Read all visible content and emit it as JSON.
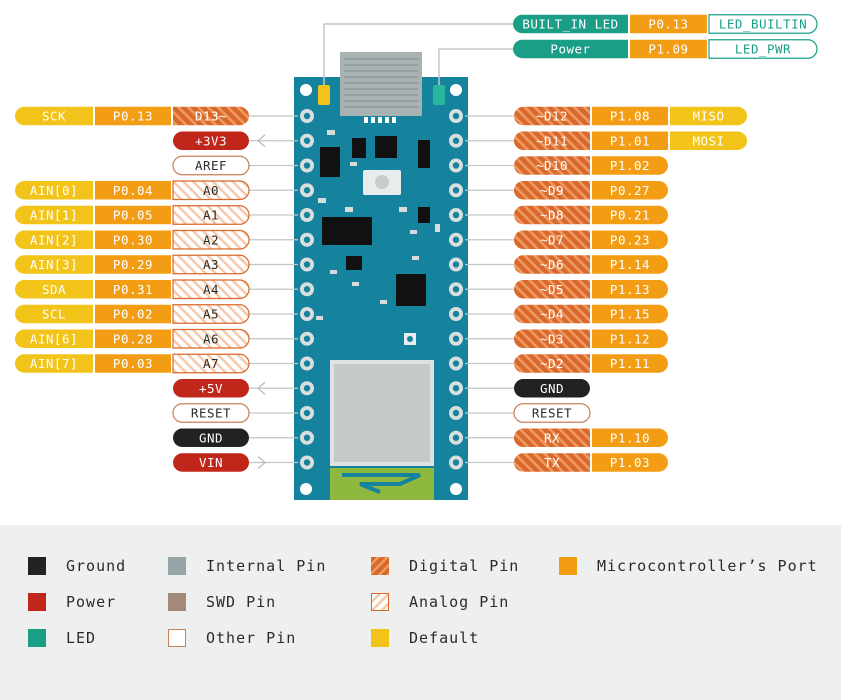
{
  "colors": {
    "ground": "#222222",
    "power": "#c0261a",
    "led": "#1a9e86",
    "internal": "#95a5a6",
    "swd": "#a38a78",
    "other_border": "#c78054",
    "digital": "#d9682a",
    "analog_border": "#d9682a",
    "port": "#f29d14",
    "default": "#f2c419",
    "board": "#16839e"
  },
  "top_labels": [
    {
      "func": "BUILT_IN LED",
      "port": "P0.13",
      "name": "LED_BUILTIN"
    },
    {
      "func": "Power",
      "port": "P1.09",
      "name": "LED_PWR"
    }
  ],
  "left_pins": [
    {
      "pin": "D13~",
      "pin_type": "digital",
      "port": "P0.13",
      "default": "SCK"
    },
    {
      "pin": "+3V3",
      "pin_type": "power",
      "arrow": "out"
    },
    {
      "pin": "AREF",
      "pin_type": "other"
    },
    {
      "pin": "A0",
      "pin_type": "analog",
      "port": "P0.04",
      "default": "AIN[0]"
    },
    {
      "pin": "A1",
      "pin_type": "analog",
      "port": "P0.05",
      "default": "AIN[1]"
    },
    {
      "pin": "A2",
      "pin_type": "analog",
      "port": "P0.30",
      "default": "AIN[2]"
    },
    {
      "pin": "A3",
      "pin_type": "analog",
      "port": "P0.29",
      "default": "AIN[3]"
    },
    {
      "pin": "A4",
      "pin_type": "analog",
      "port": "P0.31",
      "default": "SDA"
    },
    {
      "pin": "A5",
      "pin_type": "analog",
      "port": "P0.02",
      "default": "SCL"
    },
    {
      "pin": "A6",
      "pin_type": "analog",
      "port": "P0.28",
      "default": "AIN[6]"
    },
    {
      "pin": "A7",
      "pin_type": "analog",
      "port": "P0.03",
      "default": "AIN[7]"
    },
    {
      "pin": "+5V",
      "pin_type": "power",
      "arrow": "out"
    },
    {
      "pin": "RESET",
      "pin_type": "other"
    },
    {
      "pin": "GND",
      "pin_type": "ground"
    },
    {
      "pin": "VIN",
      "pin_type": "power",
      "arrow": "in"
    }
  ],
  "right_pins": [
    {
      "pin": "~D12",
      "pin_type": "digital",
      "port": "P1.08",
      "default": "MISO"
    },
    {
      "pin": "~D11",
      "pin_type": "digital",
      "port": "P1.01",
      "default": "MOSI"
    },
    {
      "pin": "~D10",
      "pin_type": "digital",
      "port": "P1.02"
    },
    {
      "pin": "~D9",
      "pin_type": "digital",
      "port": "P0.27"
    },
    {
      "pin": "~D8",
      "pin_type": "digital",
      "port": "P0.21"
    },
    {
      "pin": "~D7",
      "pin_type": "digital",
      "port": "P0.23"
    },
    {
      "pin": "~D6",
      "pin_type": "digital",
      "port": "P1.14"
    },
    {
      "pin": "~D5",
      "pin_type": "digital",
      "port": "P1.13"
    },
    {
      "pin": "~D4",
      "pin_type": "digital",
      "port": "P1.15"
    },
    {
      "pin": "~D3",
      "pin_type": "digital",
      "port": "P1.12"
    },
    {
      "pin": "~D2",
      "pin_type": "digital",
      "port": "P1.11"
    },
    {
      "pin": "GND",
      "pin_type": "ground"
    },
    {
      "pin": "RESET",
      "pin_type": "other"
    },
    {
      "pin": "RX",
      "pin_type": "digital",
      "port": "P1.10"
    },
    {
      "pin": "TX",
      "pin_type": "digital",
      "port": "P1.03"
    }
  ],
  "legend": [
    {
      "key": "ground",
      "label": "Ground"
    },
    {
      "key": "power",
      "label": "Power"
    },
    {
      "key": "led",
      "label": "LED"
    },
    {
      "key": "internal",
      "label": "Internal Pin"
    },
    {
      "key": "swd",
      "label": "SWD Pin"
    },
    {
      "key": "other",
      "label": "Other Pin"
    },
    {
      "key": "digital",
      "label": "Digital Pin"
    },
    {
      "key": "analog",
      "label": "Analog Pin"
    },
    {
      "key": "default",
      "label": "Default"
    },
    {
      "key": "port",
      "label": "Microcontroller’s Port"
    }
  ]
}
